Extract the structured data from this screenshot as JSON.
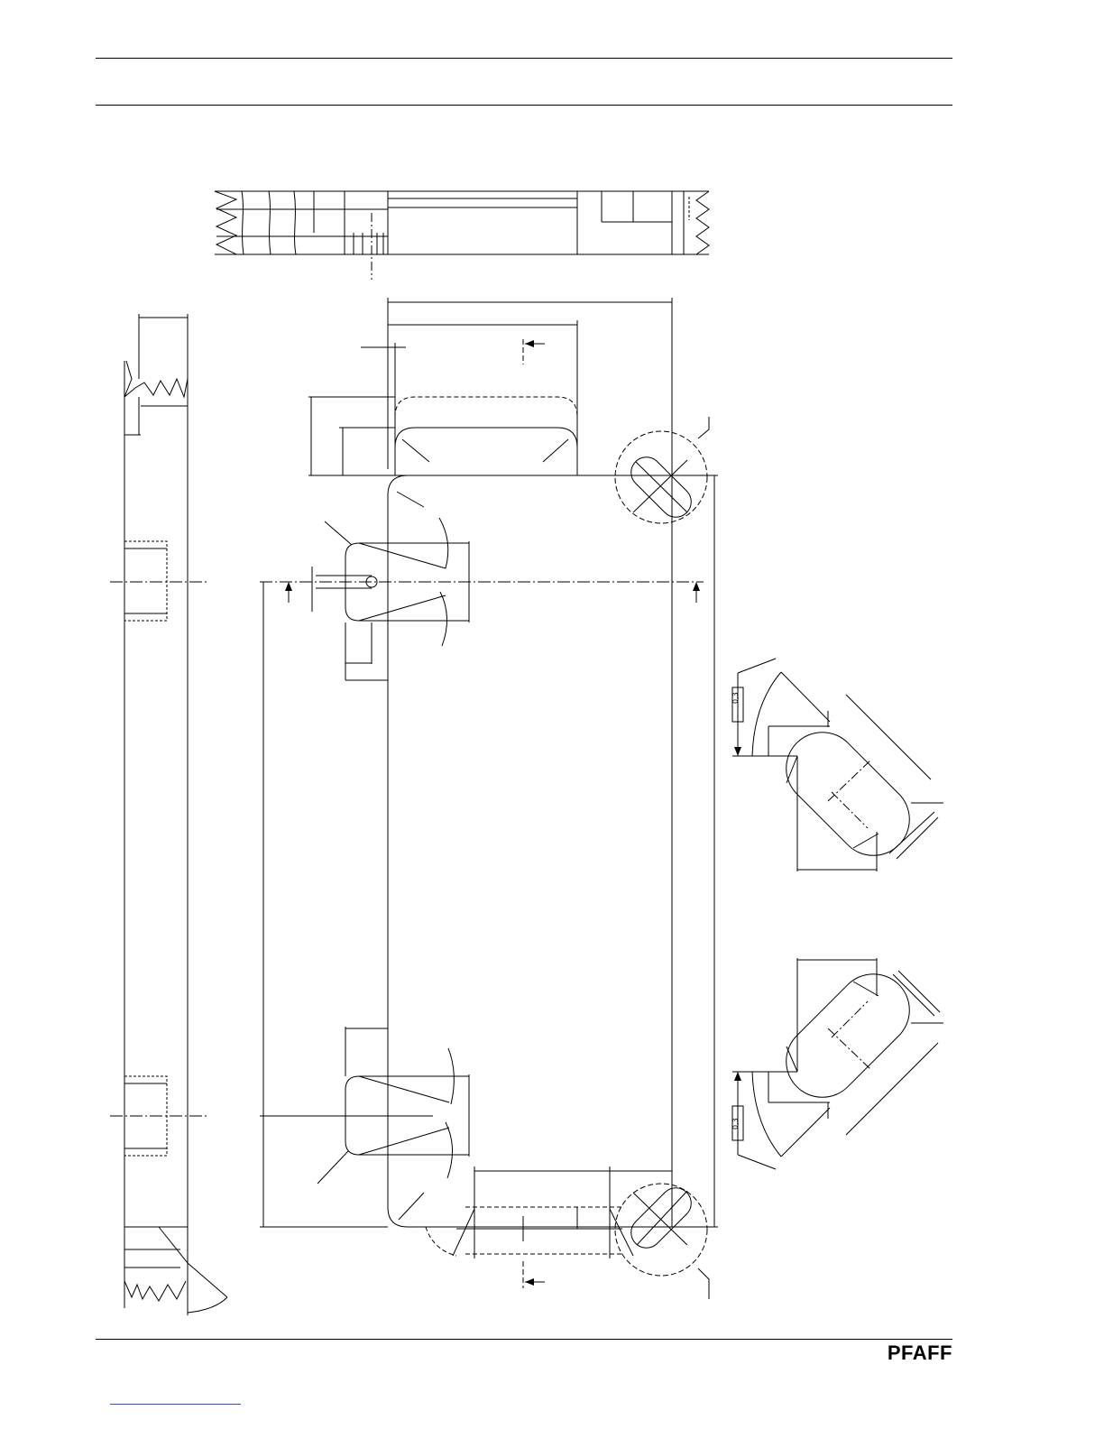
{
  "document": {
    "brand": "PFAFF",
    "tolerance_note_upper": "0,3",
    "tolerance_note_lower": "0,3",
    "colors": {
      "ink": "#000000",
      "link_underline": "#2f4fd0",
      "paper": "#ffffff"
    }
  }
}
